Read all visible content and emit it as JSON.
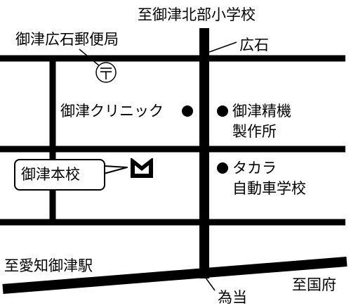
{
  "map": {
    "labels": {
      "to_north_school": "至御津北部小学校",
      "post_office": "御津広石郵便局",
      "hiroishi": "広石",
      "clinic": "御津クリニック",
      "seiki_line1": "御津精機",
      "seiki_line2": "製作所",
      "takara_line1": "タカラ",
      "takara_line2": "自動車学校",
      "main_school": "御津本校",
      "to_aichi_mito_station": "至愛知御津駅",
      "to_kokufu": "至国府",
      "tameto": "為当"
    },
    "symbols": {
      "post_office_mark": "〒"
    },
    "icons": [
      "post-office-icon",
      "school-logo-icon",
      "clinic-dot-icon",
      "seiki-dot-icon",
      "takara-dot-icon"
    ]
  }
}
